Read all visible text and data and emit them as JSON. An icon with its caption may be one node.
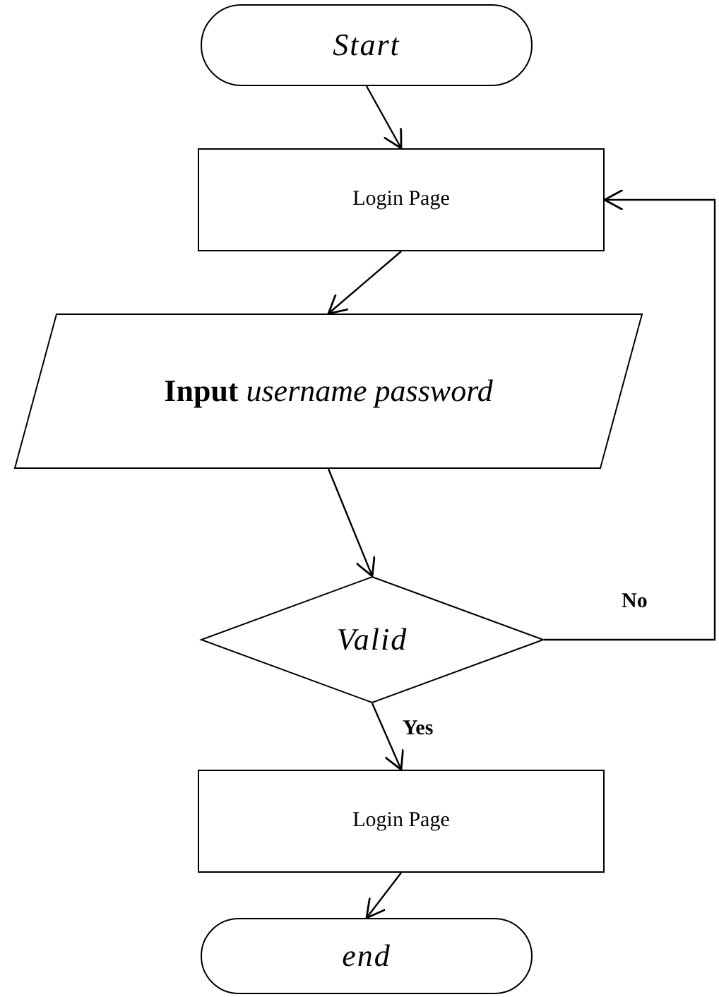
{
  "diagram": {
    "nodes": [
      {
        "text": [
          "Start"
        ]
      },
      {
        "text": [
          "Login Page"
        ]
      },
      {
        "text": [
          "**Input** *username password*"
        ]
      },
      {
        "text": [
          "Valid"
        ]
      },
      {
        "text": [
          "Login Page"
        ]
      },
      {
        "text": [
          "end"
        ]
      }
    ],
    "edges": [
      {
        "from": 0,
        "to": 1,
        "arrow": "to"
      },
      {
        "from": 1,
        "to": 2,
        "arrow": "to"
      },
      {
        "from": 2,
        "to": 3,
        "arrow": "to"
      },
      {
        "from": 3,
        "to": 4,
        "arrow": "to",
        "label": "Yes"
      },
      {
        "from": 4,
        "to": 5,
        "arrow": "to"
      },
      {
        "from": 3,
        "to": 1,
        "arrow": "to",
        "label": "No"
      }
    ]
  }
}
